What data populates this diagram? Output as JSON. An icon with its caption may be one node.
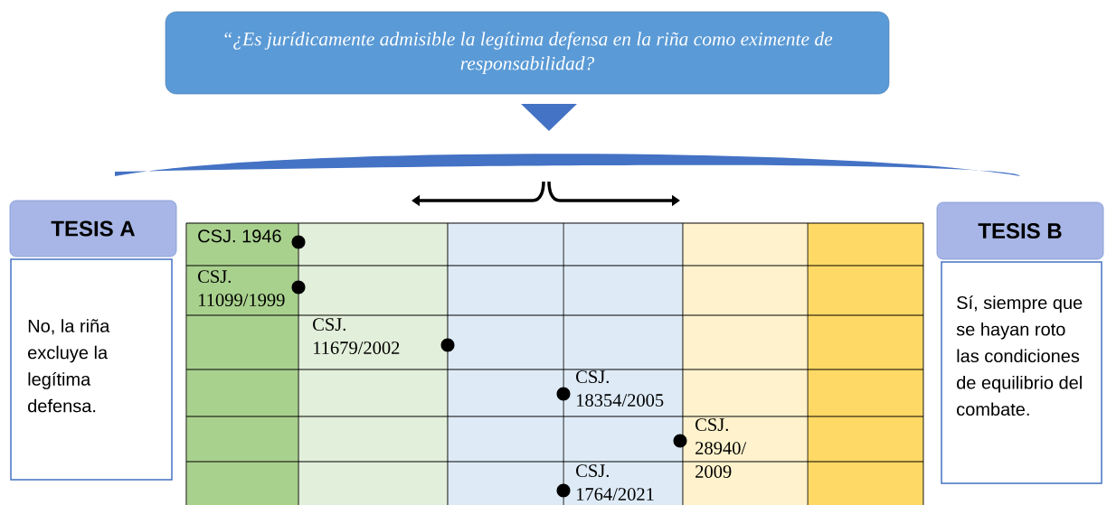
{
  "diagram": {
    "nodes": [
      {
        "text": [
          "“¿Es jurídicamente admisible la legítima defensa en la riña como eximente de responsabilidad?"
        ]
      },
      {
        "text": [
          "TESIS A"
        ]
      },
      {
        "text": [
          "No, la riña excluye la legítima defensa."
        ]
      },
      {
        "text": [
          "TESIS B"
        ]
      },
      {
        "text": [
          "Sí, siempre que se hayan roto las condiciones de equilibrio del combate."
        ]
      }
    ],
    "labels": [
      "CSJ. 1946",
      "CSJ. 11099/1999",
      "CSJ. 11679/2002",
      "CSJ. 18354/2005",
      "CSJ. 28940/ 2009",
      "CSJ. 1764/2021"
    ]
  }
}
